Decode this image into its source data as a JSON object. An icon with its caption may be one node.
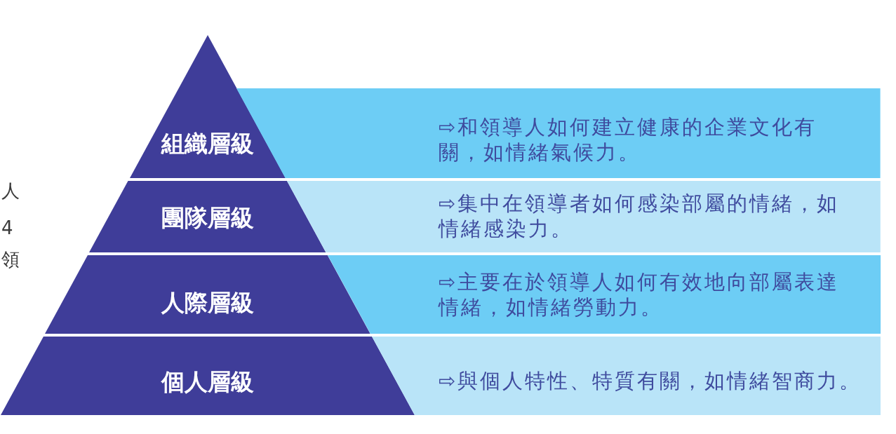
{
  "diagram": {
    "nodes": [
      {
        "text": [
          "組織層級"
        ]
      },
      {
        "text": [
          "⇨和領導人如何建立健康的企業文化有關，如情緒氣候力。"
        ]
      },
      {
        "text": [
          "團隊層級"
        ]
      },
      {
        "text": [
          "⇨集中在領導者如何感染部屬的情緒，如情緒感染力。"
        ]
      },
      {
        "text": [
          "人際層級"
        ]
      },
      {
        "text": [
          "⇨主要在於領導人如何有效地向部屬表達情緒，如情緒勞動力。"
        ]
      },
      {
        "text": [
          "個人層級"
        ]
      },
      {
        "text": [
          "⇨與個人特性、特質有關，如情緒智商力。"
        ]
      }
    ],
    "labels": [
      "人",
      "4",
      "領"
    ]
  }
}
